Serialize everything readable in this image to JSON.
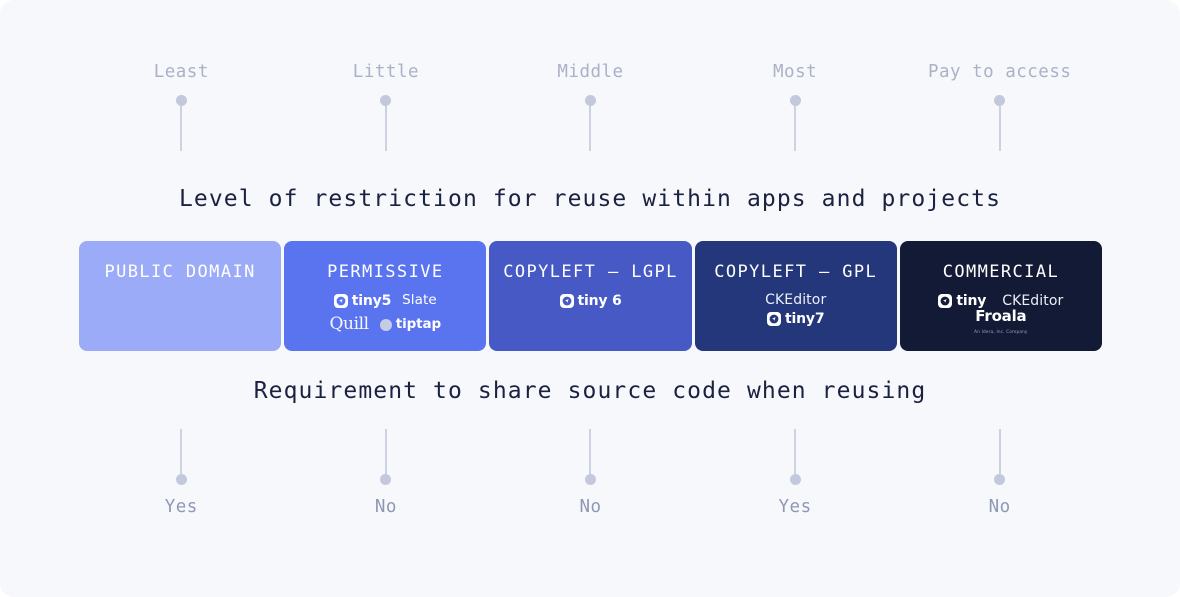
{
  "background_color": "#f7f8fb",
  "top_scale": {
    "labels": [
      "Least",
      "Little",
      "Middle",
      "Most",
      "Pay to access"
    ],
    "marker_icon": "pin-marker-icon",
    "label_color": "#aab2c8"
  },
  "heading_top": "Level of restriction for reuse within apps and projects",
  "heading_bottom": "Requirement to share source code when reusing",
  "heading_color": "#1b2140",
  "cards": [
    {
      "title": "PUBLIC DOMAIN",
      "color": "#9babf7",
      "logos": []
    },
    {
      "title": "PERMISSIVE",
      "color": "#5a74f0",
      "logos": [
        {
          "name": "tiny5",
          "mark": "tiny-logo-icon",
          "version": "5"
        },
        {
          "name": "Slate",
          "mark": "none"
        },
        {
          "name": "Quill",
          "mark": "quill-logo-icon"
        },
        {
          "name": "tiptap",
          "mark": "tiptap-dot-icon"
        }
      ]
    },
    {
      "title": "COPYLEFT — LGPL",
      "color": "#4759c4",
      "logos": [
        {
          "name": "tiny 6",
          "mark": "tiny-logo-icon",
          "version": "6"
        }
      ]
    },
    {
      "title": "COPYLEFT — GPL",
      "color": "#23377a",
      "logos": [
        {
          "name": "CKEditor",
          "mark": "none"
        },
        {
          "name": "tiny7",
          "mark": "tiny-logo-icon",
          "version": "7"
        }
      ]
    },
    {
      "title": "COMMERCIAL",
      "color": "#131a35",
      "logos": [
        {
          "name": "tiny",
          "mark": "tiny-logo-icon"
        },
        {
          "name": "CKEditor",
          "mark": "none"
        },
        {
          "name": "Froala",
          "mark": "none",
          "subtitle": "An Idera, Inc. Company"
        }
      ]
    }
  ],
  "bottom_scale": {
    "labels": [
      "Yes",
      "No",
      "No",
      "Yes",
      "No"
    ],
    "marker_icon": "pin-marker-icon",
    "label_color": "#8e98b4"
  }
}
